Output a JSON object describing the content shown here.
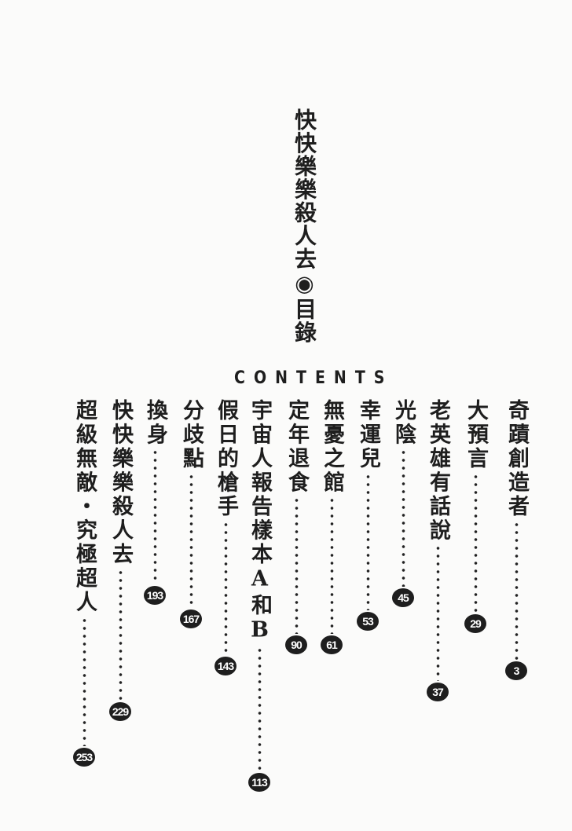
{
  "book_title": "快快樂樂殺人去◉目錄",
  "contents_heading": "CONTENTS",
  "entries": [
    {
      "title": "奇蹟創造者",
      "page": "3"
    },
    {
      "title": "大預言",
      "page": "29"
    },
    {
      "title": "老英雄有話說",
      "page": "37"
    },
    {
      "title": "光陰",
      "page": "45"
    },
    {
      "title": "幸運兒",
      "page": "53"
    },
    {
      "title": "無憂之館",
      "page": "61"
    },
    {
      "title": "定年退食",
      "page": "90"
    },
    {
      "title": "宇宙人報告樣本A和B",
      "page": "113"
    },
    {
      "title": "假日的槍手",
      "page": "143"
    },
    {
      "title": "分歧點",
      "page": "167"
    },
    {
      "title": "換身",
      "page": "193"
    },
    {
      "title": "快快樂樂殺人去",
      "page": "229"
    },
    {
      "title": "超級無敵・究極超人",
      "page": "253"
    }
  ]
}
